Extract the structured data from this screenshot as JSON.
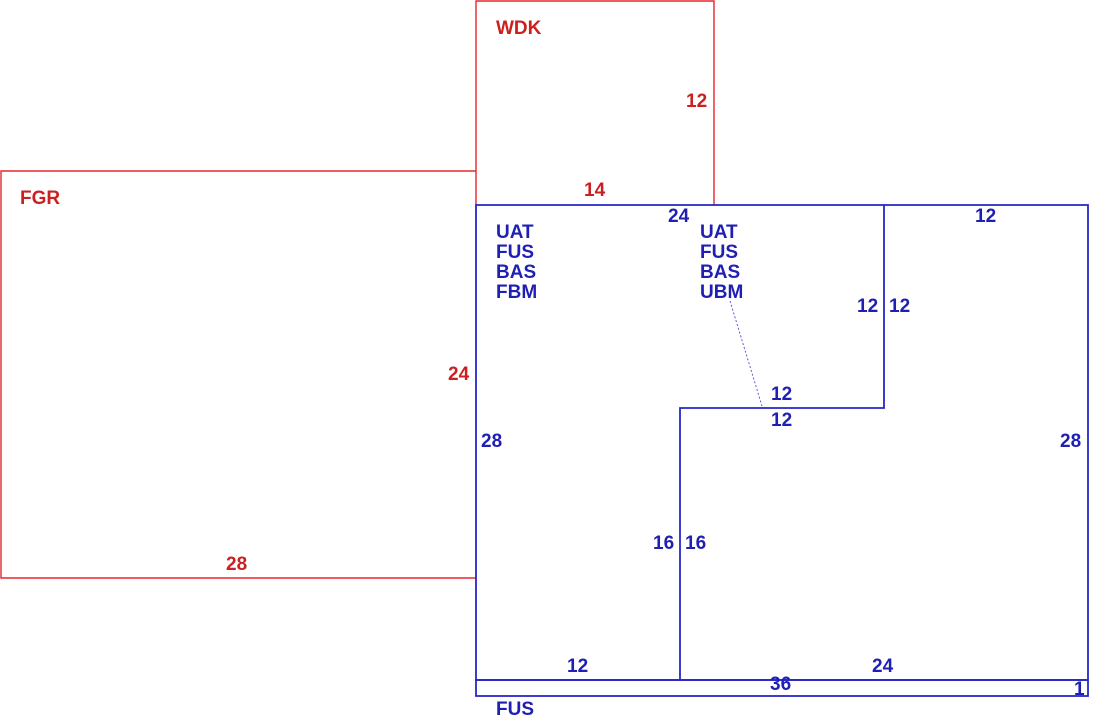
{
  "colors": {
    "exterior_area": "#e8262b",
    "main_area": "#2626c8"
  },
  "areas": {
    "wdk": {
      "code": "WDK",
      "right_dim": "12",
      "bottom_dim": "14"
    },
    "fgr": {
      "code": "FGR",
      "right_dim": "24",
      "bottom_dim": "28"
    },
    "main": {
      "left_dim": "28",
      "top_left_dim": "24",
      "top_right_dim": "12",
      "right_dim": "28",
      "step_vertical_left_dim": "12",
      "step_vertical_right_dim": "12",
      "inner_step_top_dim": "12",
      "inner_step_bottom_dim": "12",
      "inner_vertical_left_dim": "16",
      "inner_vertical_right_dim": "16",
      "bottom_left_dim": "12",
      "bottom_right_dim": "24",
      "left_block_codes": [
        "UAT",
        "FUS",
        "BAS",
        "FBM"
      ],
      "right_block_codes": [
        "UAT",
        "FUS",
        "BAS",
        "UBM"
      ]
    },
    "strip": {
      "code": "FUS",
      "length_dim": "36",
      "end_dim": "1"
    }
  }
}
